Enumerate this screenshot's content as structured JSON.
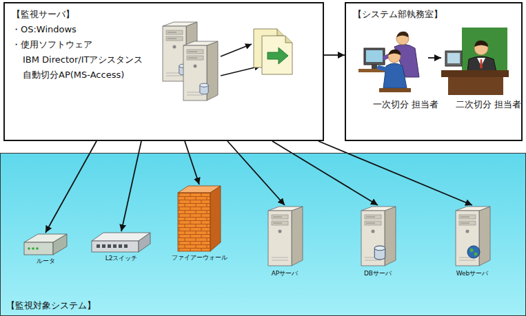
{
  "diagram": {
    "nodes": [
      {
        "text": [
          "【監視サーバ】",
          "・OS:Windows",
          "・使用ソフトウェア",
          "IBM Director/ITアシスタンス",
          "自動切分AP(MS-Access)"
        ]
      },
      {
        "text": [
          "【システム部執務室】"
        ]
      },
      {
        "text": [
          "一次切分 担当者"
        ],
        "in": 1
      },
      {
        "text": [
          "二次切分 担当者"
        ],
        "in": 1
      },
      {
        "text": [
          "【監視対象システム】"
        ]
      },
      {
        "text": [
          "ルータ"
        ],
        "in": 4
      },
      {
        "text": [
          "L2スイッチ"
        ],
        "in": 4
      },
      {
        "text": [
          "ファイアーウォール"
        ],
        "in": 4
      },
      {
        "text": [
          "APサーバ"
        ],
        "in": 4
      },
      {
        "text": [
          "DBサーバ"
        ],
        "in": 4
      },
      {
        "text": [
          "Webサーバ"
        ],
        "in": 4
      }
    ],
    "edges": [
      {
        "from": 0,
        "to": 5,
        "arrow": "to"
      },
      {
        "from": 0,
        "to": 6,
        "arrow": "to"
      },
      {
        "from": 0,
        "to": 7,
        "arrow": "to"
      },
      {
        "from": 0,
        "to": 8,
        "arrow": "to"
      },
      {
        "from": 0,
        "to": 9,
        "arrow": "to"
      },
      {
        "from": 0,
        "to": 10,
        "arrow": "to"
      },
      {
        "from": 0,
        "to": 1,
        "arrow": "to"
      },
      {
        "from": 2,
        "to": 3,
        "arrow": "to"
      }
    ]
  }
}
